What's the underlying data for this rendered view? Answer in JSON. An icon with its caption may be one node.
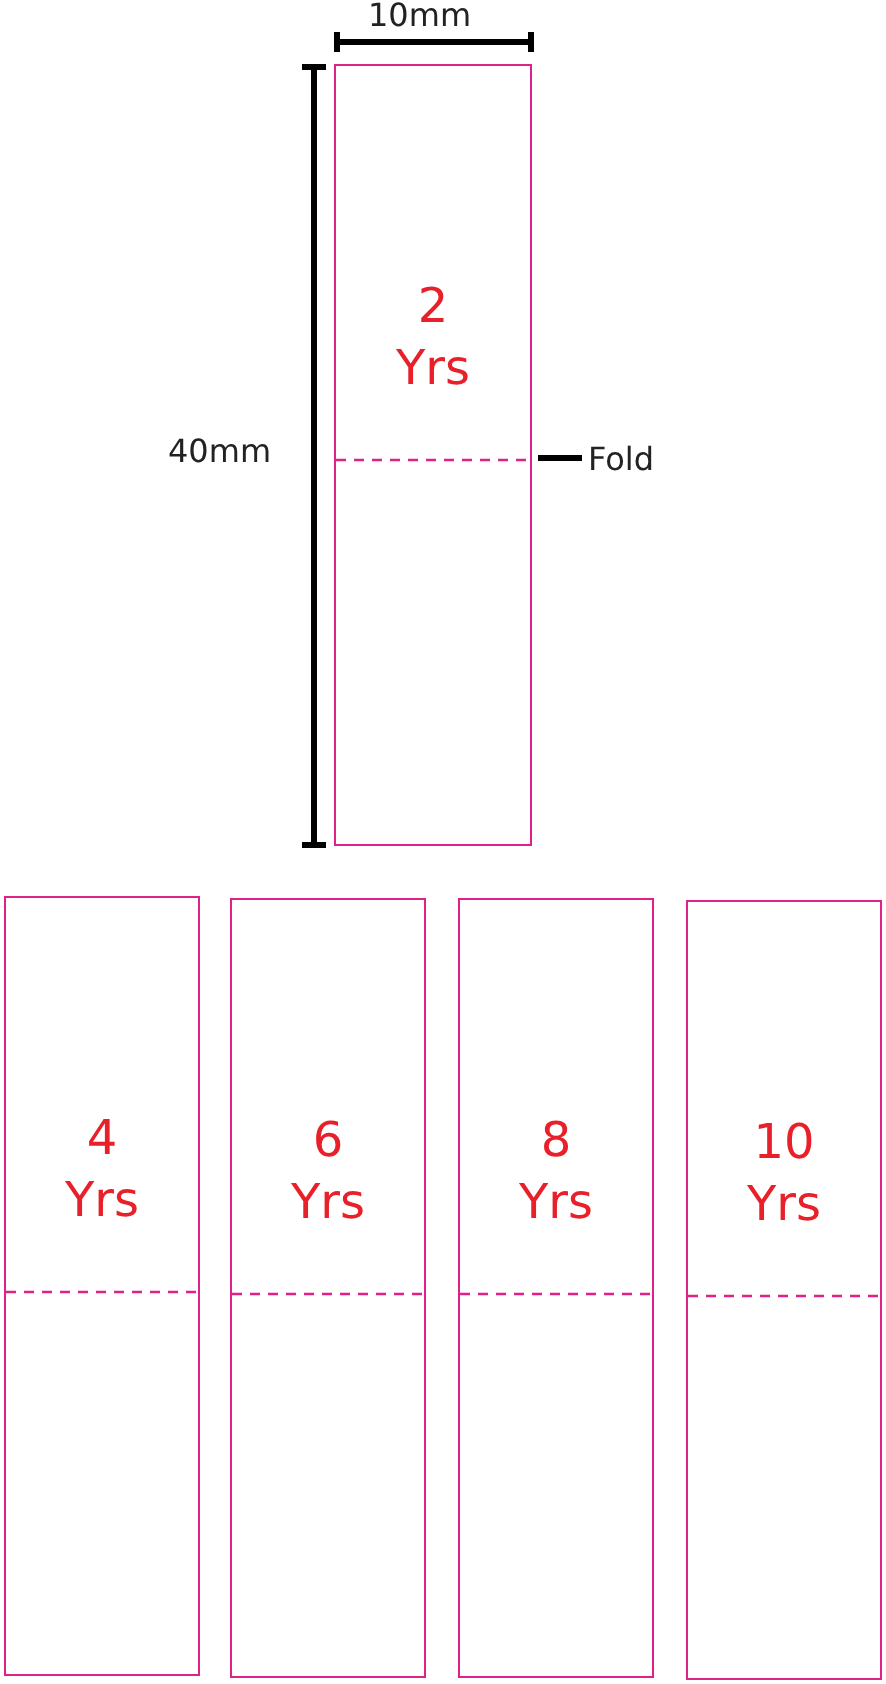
{
  "diagram": {
    "nodes": [
      {
        "text": [
          "2 Yrs"
        ]
      },
      {
        "text": [
          "4 Yrs"
        ]
      },
      {
        "text": [
          "6 Yrs"
        ]
      },
      {
        "text": [
          "8 Yrs"
        ]
      },
      {
        "text": [
          "10 Yrs"
        ]
      }
    ],
    "labels": [
      "10mm",
      "40mm",
      "Fold"
    ]
  }
}
